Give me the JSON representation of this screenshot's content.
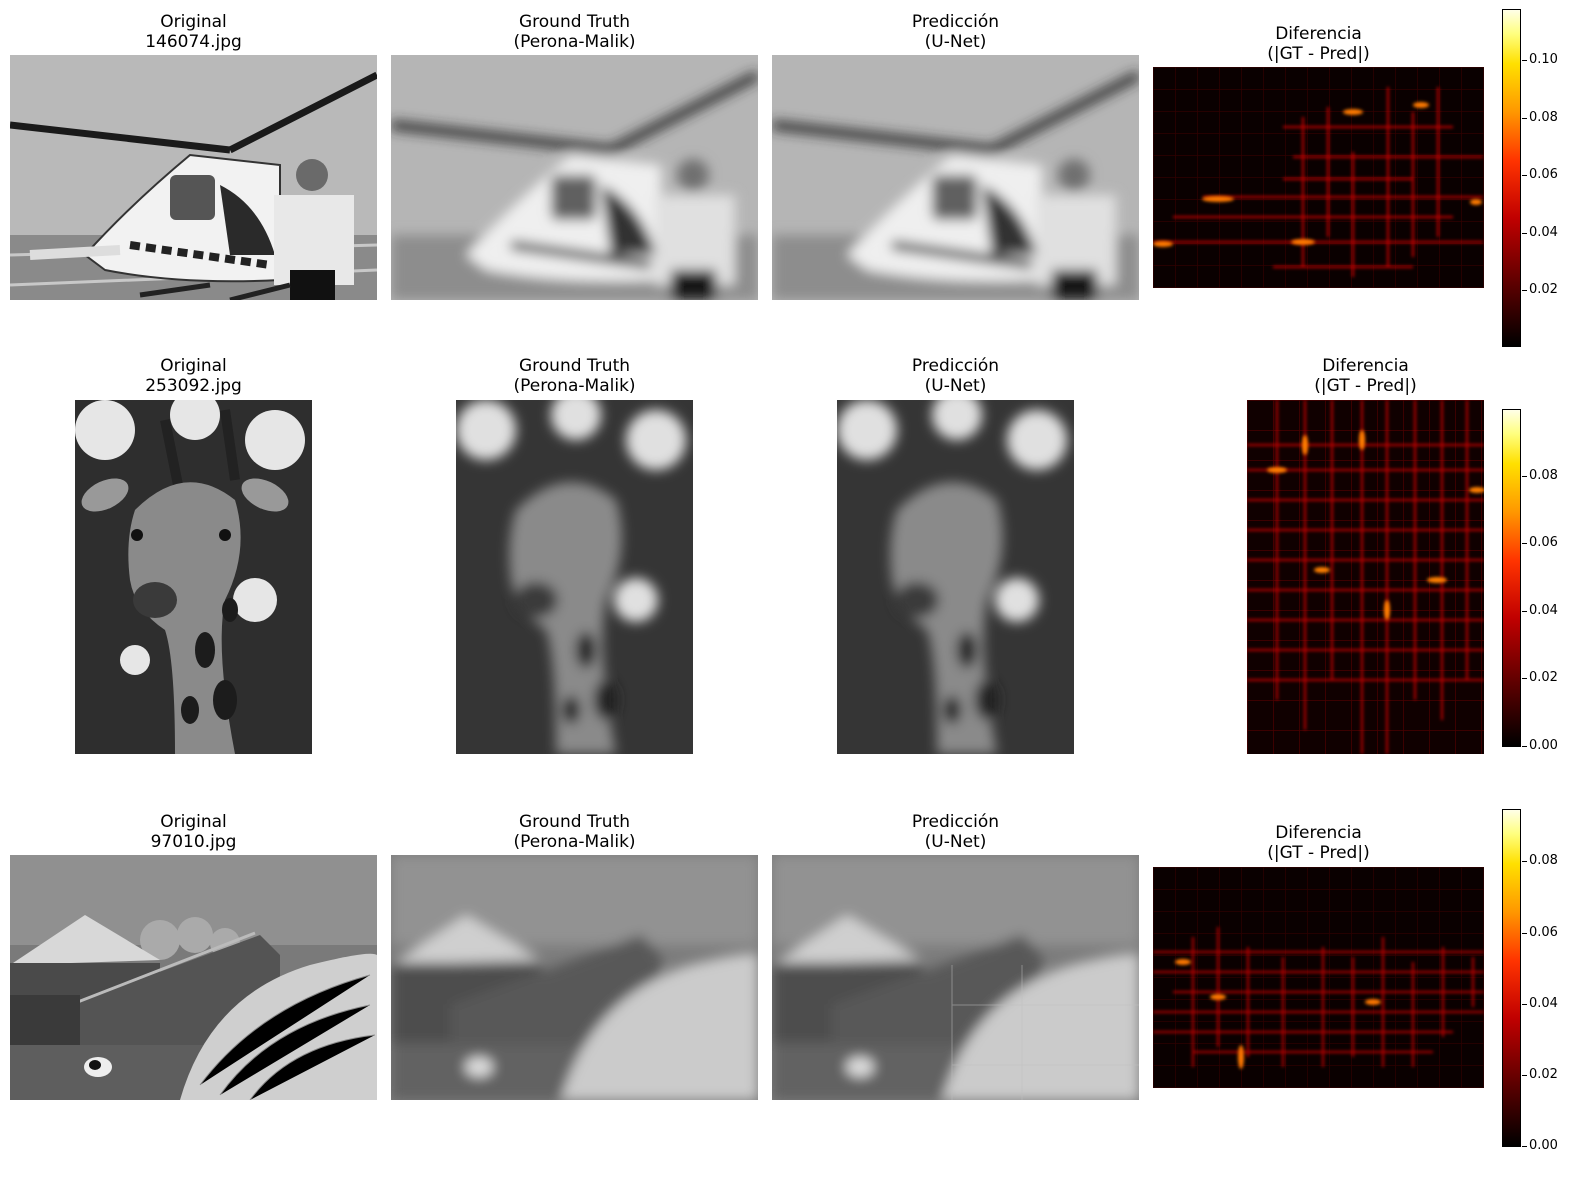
{
  "rows": [
    {
      "original": {
        "line1": "Original",
        "line2": "146074.jpg",
        "icon": "helicopter-pilot-photo"
      },
      "gt": {
        "line1": "Ground Truth",
        "line2": "(Perona-Malik)",
        "icon": "blurred-helicopter-photo"
      },
      "pred": {
        "line1": "Predicción",
        "line2": "(U-Net)",
        "icon": "blurred-helicopter-photo"
      },
      "diff": {
        "line1": "Diferencia",
        "line2": "(|GT - Pred|)",
        "icon": "hot-heatmap"
      },
      "colorbar": {
        "ticks": [
          "0.02",
          "0.04",
          "0.06",
          "0.08",
          "0.10"
        ]
      }
    },
    {
      "original": {
        "line1": "Original",
        "line2": "253092.jpg",
        "icon": "giraffe-photo"
      },
      "gt": {
        "line1": "Ground Truth",
        "line2": "(Perona-Malik)",
        "icon": "blurred-giraffe-photo"
      },
      "pred": {
        "line1": "Predicción",
        "line2": "(U-Net)",
        "icon": "blurred-giraffe-photo"
      },
      "diff": {
        "line1": "Diferencia",
        "line2": "(|GT - Pred|)",
        "icon": "hot-heatmap"
      },
      "colorbar": {
        "ticks": [
          "0.00",
          "0.02",
          "0.04",
          "0.06",
          "0.08"
        ]
      }
    },
    {
      "original": {
        "line1": "Original",
        "line2": "97010.jpg",
        "icon": "barn-haystack-photo"
      },
      "gt": {
        "line1": "Ground Truth",
        "line2": "(Perona-Malik)",
        "icon": "blurred-barn-photo"
      },
      "pred": {
        "line1": "Predicción",
        "line2": "(U-Net)",
        "icon": "blurred-barn-photo"
      },
      "diff": {
        "line1": "Diferencia",
        "line2": "(|GT - Pred|)",
        "icon": "hot-heatmap"
      },
      "colorbar": {
        "ticks": [
          "0.00",
          "0.02",
          "0.04",
          "0.06",
          "0.08"
        ]
      }
    }
  ],
  "colors": {
    "colormap": "hot",
    "background": "#ffffff"
  }
}
